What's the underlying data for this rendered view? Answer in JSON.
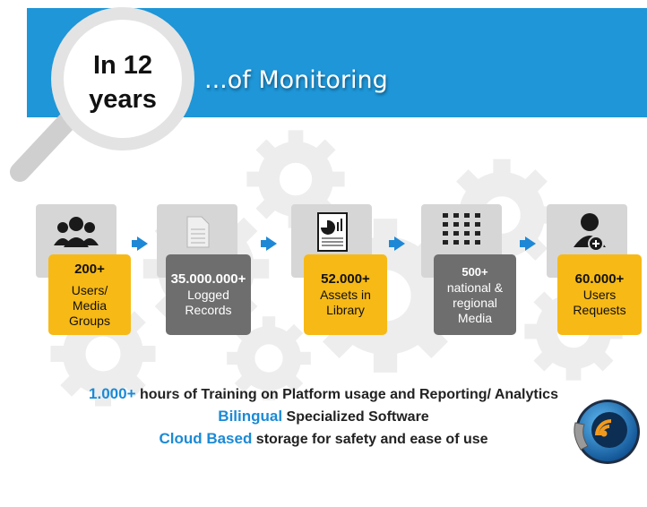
{
  "header": {
    "circle_line1": "In 12",
    "circle_line2": "years",
    "title": "...of Monitoring"
  },
  "stats": [
    {
      "icon": "users-group-icon",
      "value": "200+",
      "label_lines": [
        "Users/",
        "Media",
        "Groups"
      ],
      "color": "yellow"
    },
    {
      "icon": "document-records-icon",
      "value": "35.000.000+",
      "label_lines": [
        "Logged",
        "Records"
      ],
      "color": "gray"
    },
    {
      "icon": "chart-report-icon",
      "value": "52.000+",
      "label_lines": [
        "Assets in",
        "Library"
      ],
      "color": "yellow"
    },
    {
      "icon": "media-grid-icon",
      "value": "500+",
      "label_lines": [
        "national &",
        "regional",
        "Media"
      ],
      "color": "gray"
    },
    {
      "icon": "add-user-icon",
      "value": "60.000+",
      "label_lines": [
        "Users",
        "Requests"
      ],
      "color": "yellow"
    }
  ],
  "footer": {
    "line1_highlight": "1.000+",
    "line1_rest": " hours of Training on Platform usage and Reporting/ Analytics",
    "line2_highlight": "Bilingual",
    "line2_rest": " Specialized Software",
    "line3_highlight": "Cloud Based",
    "line3_rest": " storage for safety and ease of use"
  },
  "colors": {
    "banner_blue": "#1e96d8",
    "highlight_blue": "#1b8ad6",
    "yellow": "#f7b916",
    "dark_gray": "#6e6e6e"
  }
}
